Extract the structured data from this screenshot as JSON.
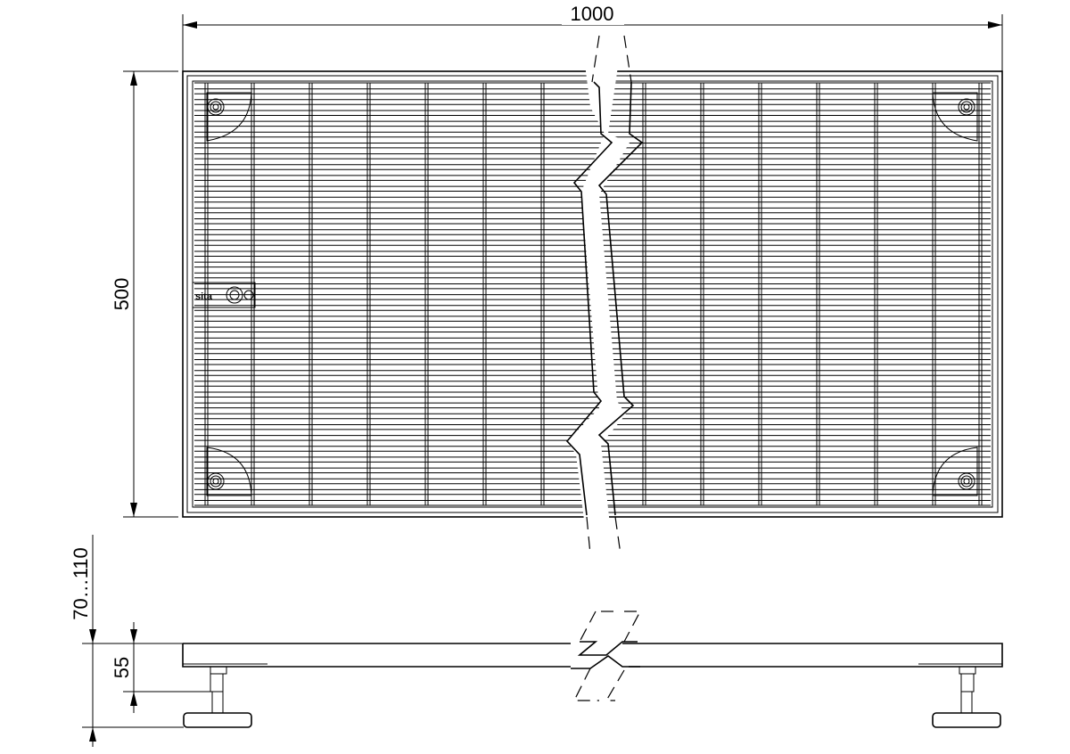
{
  "dimensions": {
    "width": "1000",
    "height": "500",
    "adjustable_height": "70…110",
    "frame_height": "55"
  },
  "logo": {
    "text": "sita"
  },
  "colors": {
    "line": "#000000",
    "background": "#ffffff"
  }
}
